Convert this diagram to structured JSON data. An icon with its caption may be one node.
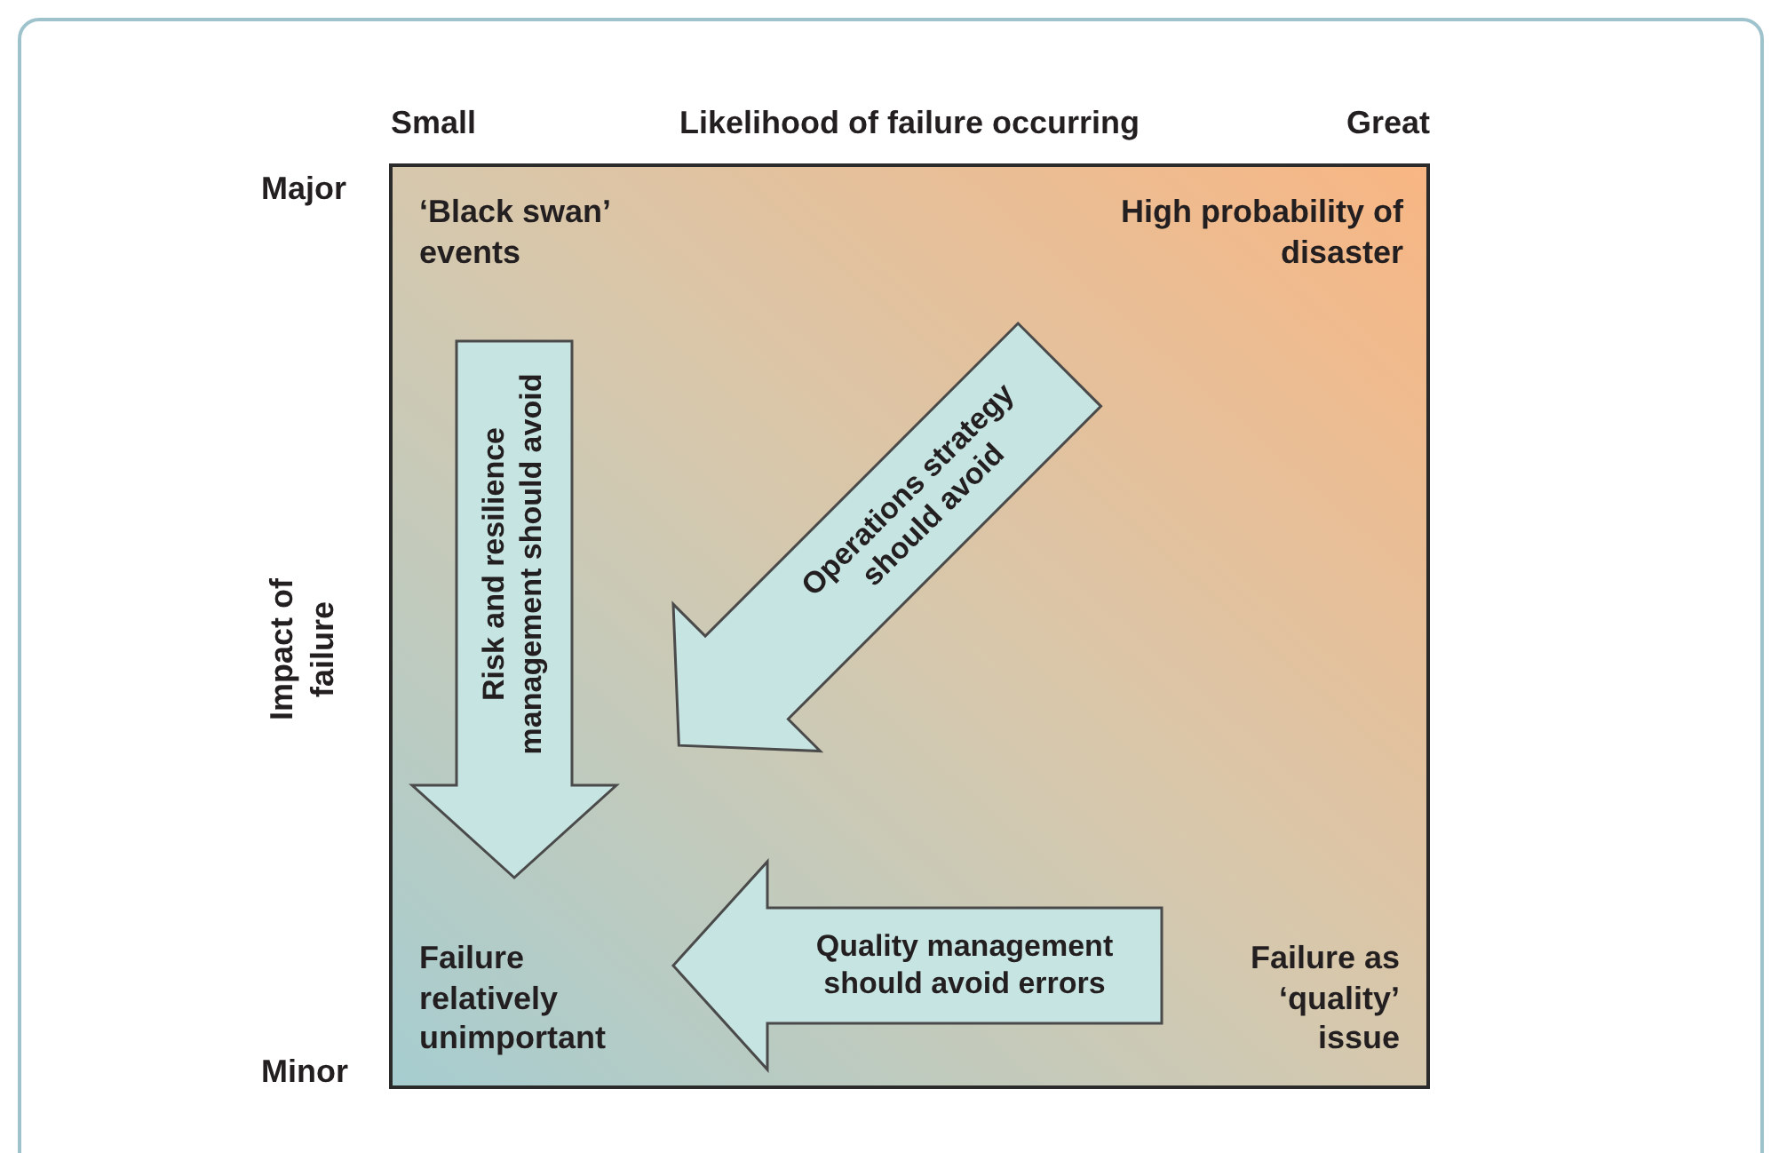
{
  "diagram": {
    "nodes": [
      {
        "text": [],
        "shape": "box"
      },
      {
        "text": [
          "Risk and resilience management should avoid"
        ],
        "in": 0
      },
      {
        "text": [
          "Operations strategy should avoid"
        ],
        "in": 0
      },
      {
        "text": [
          "Quality management should avoid errors"
        ],
        "in": 0
      }
    ],
    "labels": [
      "Small",
      "Likelihood of failure occurring",
      "Great",
      "Major",
      "‘Black swan’ events",
      "High probability of disaster",
      "Impact of failure",
      "Failure relatively unimportant",
      "Minor",
      "Failure as ‘quality’ issue"
    ]
  }
}
